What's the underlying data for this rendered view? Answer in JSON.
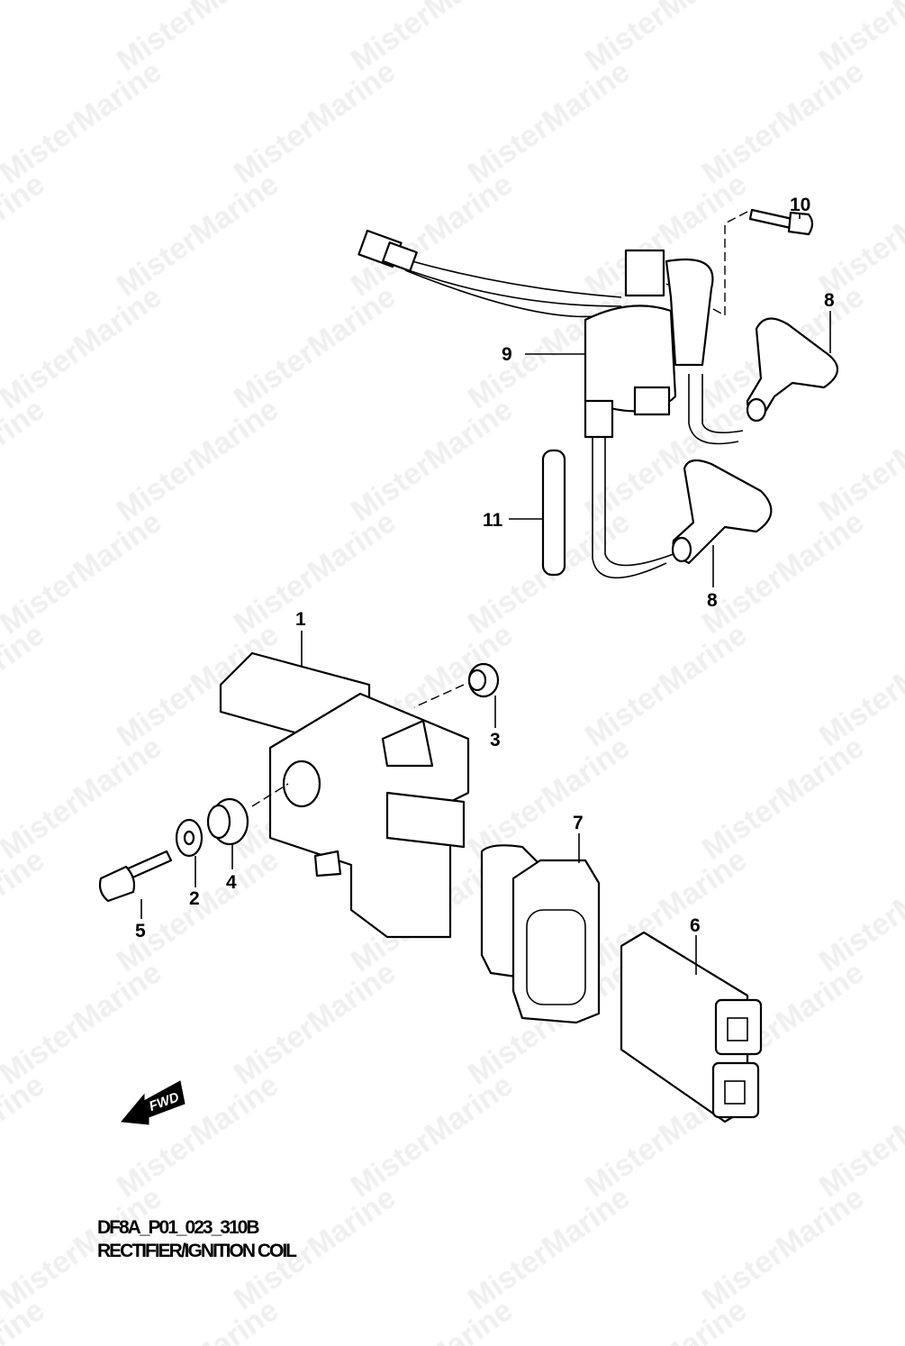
{
  "diagram": {
    "code": "DF8A_P01_023_310B",
    "title": "RECTIFIER/IGNITION COIL",
    "watermark": "MisterMarine",
    "direction_label": "FWD",
    "callouts": [
      "1",
      "2",
      "3",
      "4",
      "5",
      "6",
      "7",
      "8",
      "8",
      "9",
      "10",
      "11"
    ]
  }
}
